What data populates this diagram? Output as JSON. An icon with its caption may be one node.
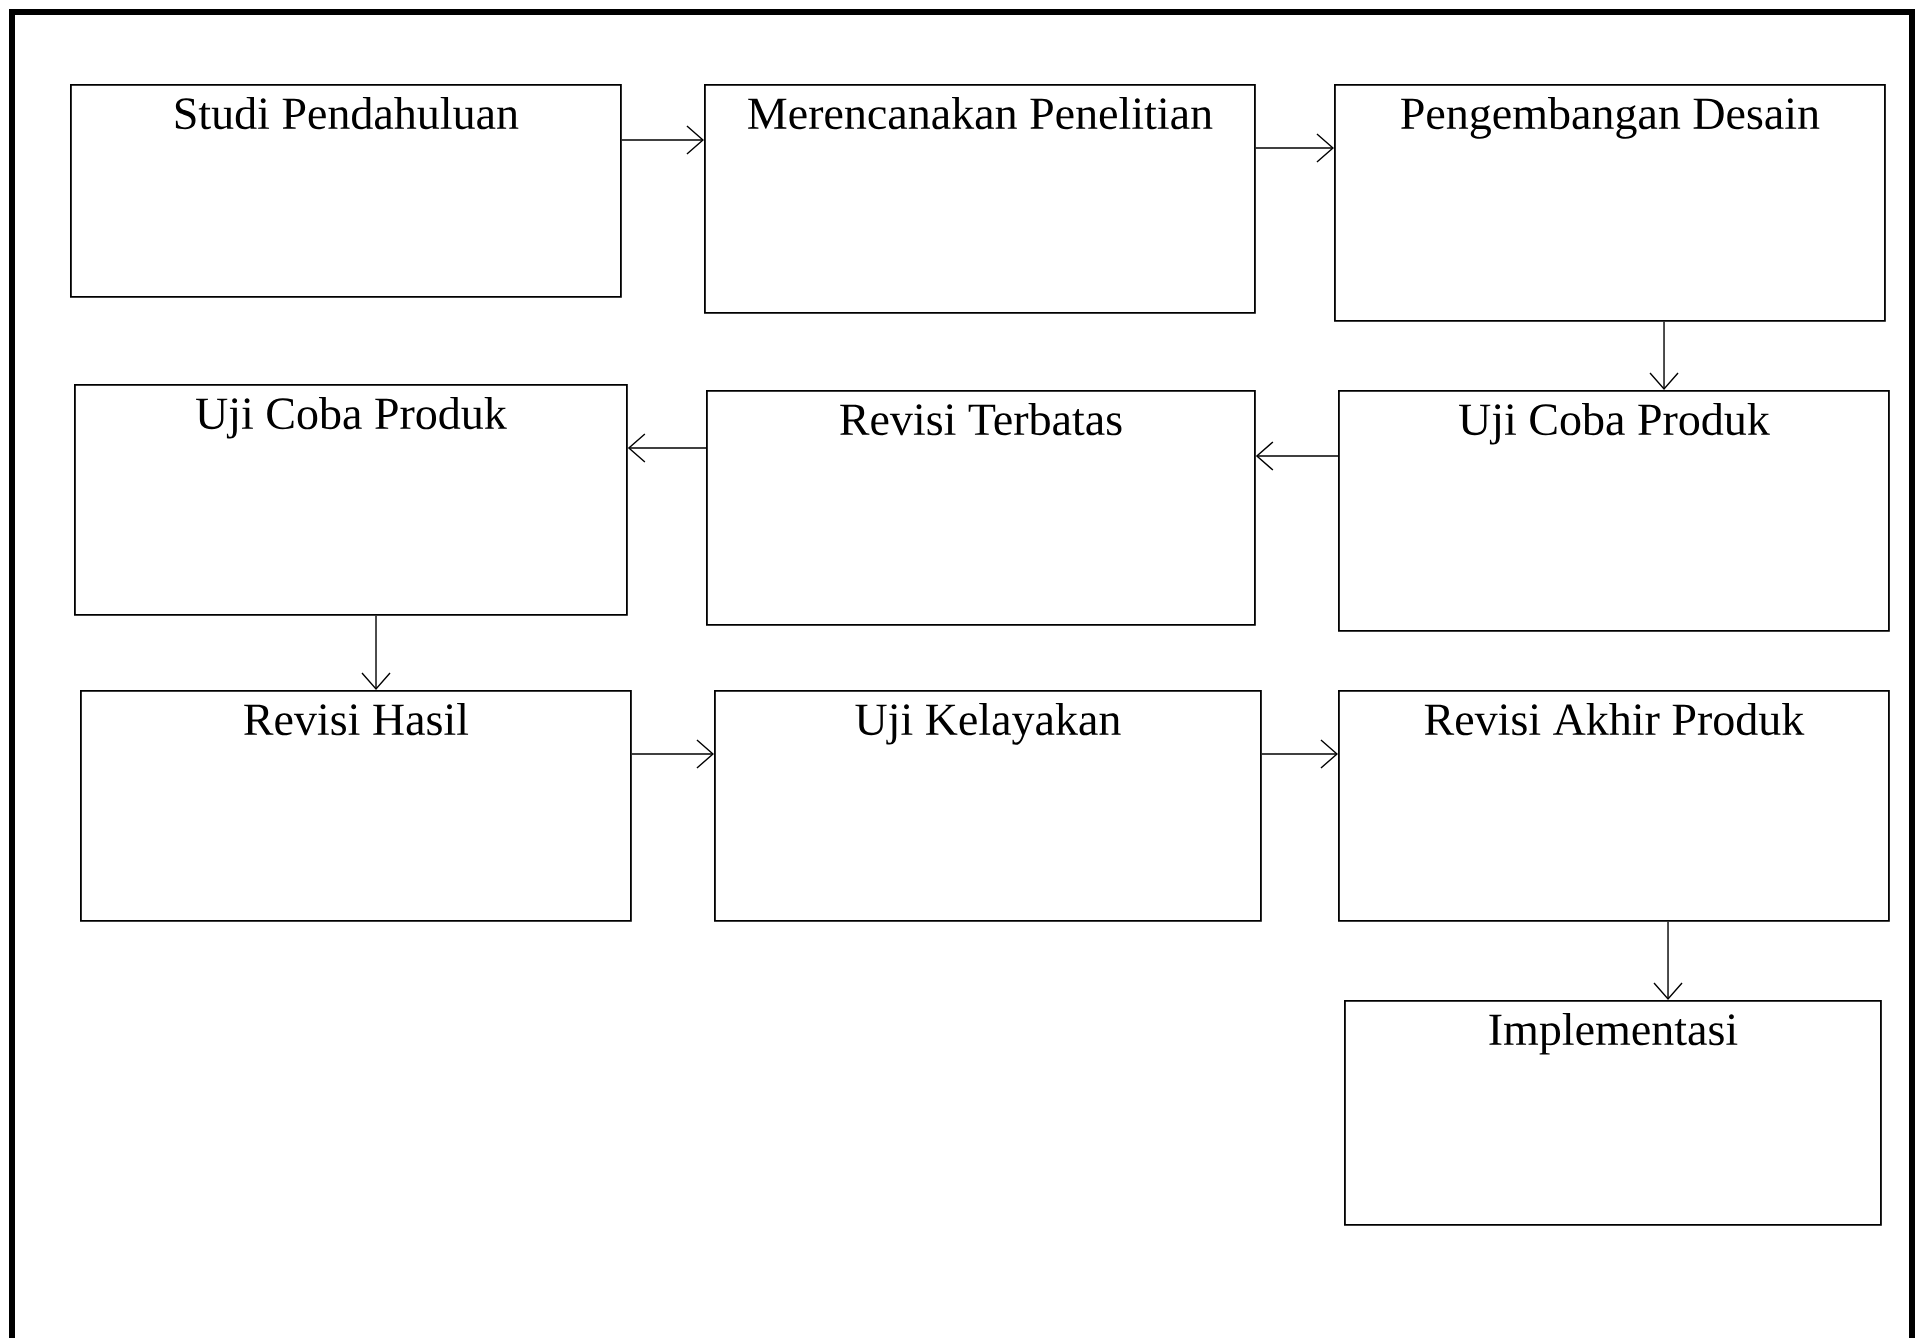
{
  "diagram": {
    "nodes": [
      {
        "text": [
          "Studi Pendahuluan"
        ]
      },
      {
        "text": [
          "Merencanakan Penelitian"
        ]
      },
      {
        "text": [
          "Pengembangan Desain"
        ]
      },
      {
        "text": [
          "Uji Coba Produk"
        ]
      },
      {
        "text": [
          "Revisi Terbatas"
        ]
      },
      {
        "text": [
          "Uji Coba Produk"
        ]
      },
      {
        "text": [
          "Revisi Hasil"
        ]
      },
      {
        "text": [
          "Uji Kelayakan"
        ]
      },
      {
        "text": [
          "Revisi Akhir Produk"
        ]
      },
      {
        "text": [
          "Implementasi"
        ]
      }
    ],
    "edges": [
      {
        "from": 0,
        "to": 1,
        "arrow": "to"
      },
      {
        "from": 1,
        "to": 2,
        "arrow": "to"
      },
      {
        "from": 2,
        "to": 3,
        "arrow": "to"
      },
      {
        "from": 3,
        "to": 4,
        "arrow": "to"
      },
      {
        "from": 4,
        "to": 5,
        "arrow": "to"
      },
      {
        "from": 5,
        "to": 6,
        "arrow": "to"
      },
      {
        "from": 6,
        "to": 7,
        "arrow": "to"
      },
      {
        "from": 7,
        "to": 8,
        "arrow": "to"
      },
      {
        "from": 8,
        "to": 9,
        "arrow": "to"
      }
    ]
  }
}
